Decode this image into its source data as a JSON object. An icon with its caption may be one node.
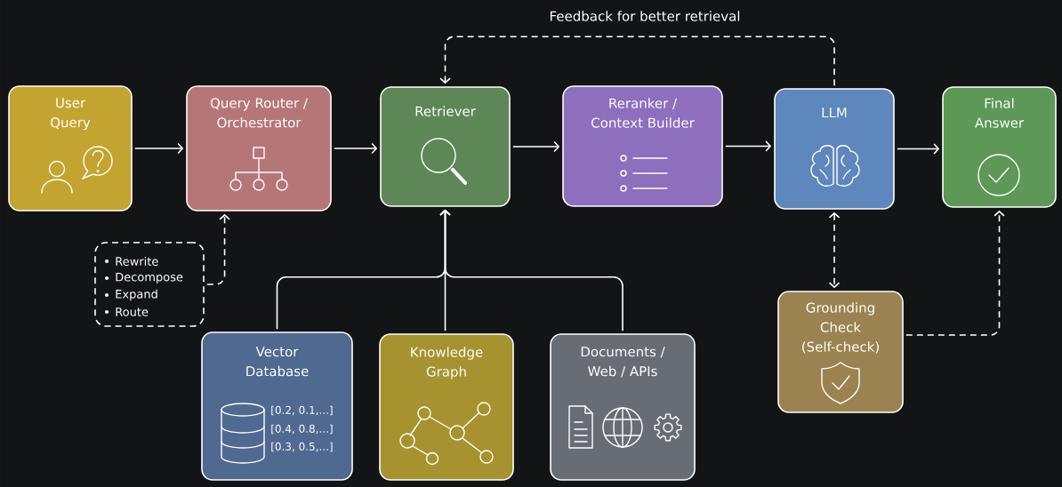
{
  "diagram": {
    "nodes": [
      {
        "text": [
          "User Query"
        ]
      },
      {
        "text": [
          "Query Router / Orchestrator"
        ]
      },
      {
        "text": [
          "Retriever"
        ]
      },
      {
        "text": [
          "Reranker / Context Builder"
        ]
      },
      {
        "text": [
          "LLM"
        ]
      },
      {
        "text": [
          "Final Answer"
        ]
      },
      {
        "text": [
          "Rewrite",
          "Decompose",
          "Expand",
          "Route"
        ]
      },
      {
        "text": [
          "Vector Database",
          "[0.2, 0.1,...]",
          "[0.4, 0.8,...]",
          "[0.3, 0.5,...]"
        ]
      },
      {
        "text": [
          "Knowledge Graph"
        ]
      },
      {
        "text": [
          "Documents / Web / APIs"
        ]
      },
      {
        "text": [
          "Grounding Check (Self-check)"
        ]
      }
    ],
    "edges": [
      {
        "from": 0,
        "to": 1,
        "arrow": "to"
      },
      {
        "from": 1,
        "to": 2,
        "arrow": "to"
      },
      {
        "from": 2,
        "to": 3,
        "arrow": "to"
      },
      {
        "from": 3,
        "to": 4,
        "arrow": "to"
      },
      {
        "from": 4,
        "to": 5,
        "arrow": "to"
      },
      {
        "from": 6,
        "to": 1,
        "arrow": "to",
        "style": "dashed"
      },
      {
        "from": 7,
        "to": 2,
        "arrow": "to"
      },
      {
        "from": 8,
        "to": 2,
        "arrow": "to"
      },
      {
        "from": 9,
        "to": 2,
        "arrow": "to"
      },
      {
        "from": 4,
        "to": 2,
        "arrow": "to",
        "style": "dashed",
        "label": "Feedback for better retrieval"
      },
      {
        "from": 4,
        "to": 10,
        "arrow": "both",
        "style": "dashed"
      },
      {
        "from": 10,
        "to": 5,
        "arrow": "to",
        "style": "dashed"
      }
    ]
  }
}
